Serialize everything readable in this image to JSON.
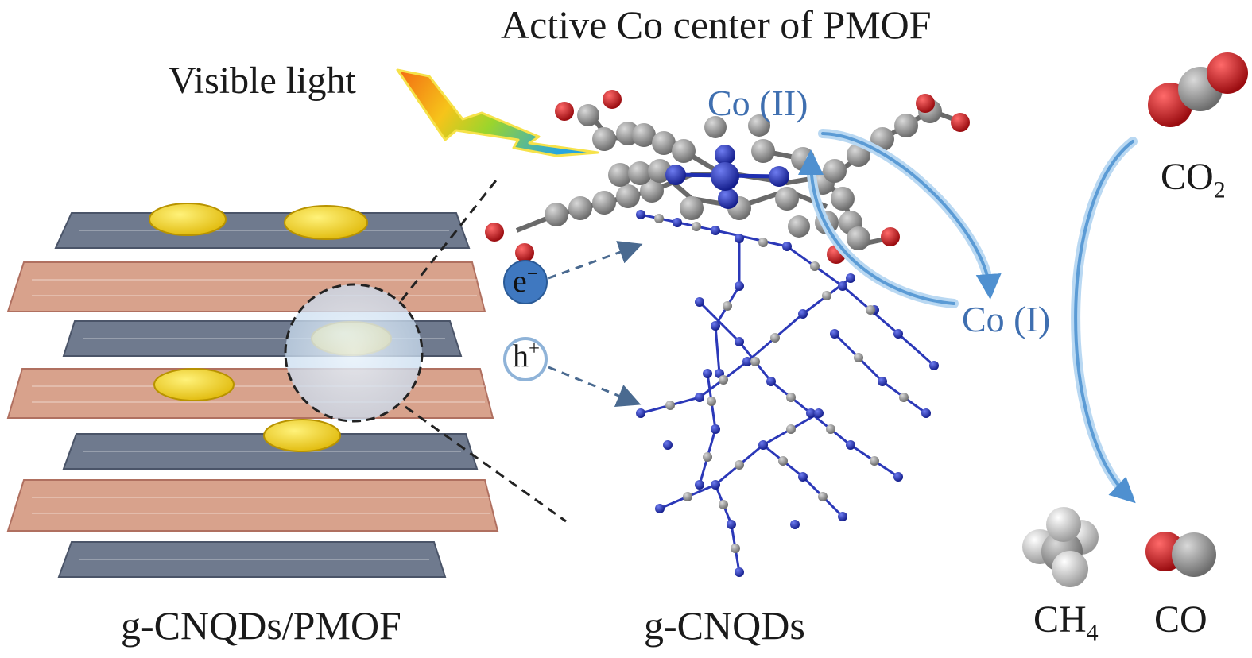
{
  "labels": {
    "title": "Active Co center of PMOF",
    "visible_light": "Visible light",
    "co2": "Co (II)",
    "co1": "Co (I)",
    "electron": "e",
    "electron_sup": "−",
    "hole": "h",
    "hole_sup": "+",
    "composite": "g-CNQDs/PMOF",
    "cnqds": "g-CNQDs",
    "co2_mol": "CO",
    "co2_mol_sub": "2",
    "ch4_mol": "CH",
    "ch4_mol_sub": "4",
    "co_mol": "CO"
  },
  "colors": {
    "layer_blue": "#6f7a8e",
    "layer_pink": "#d8a28c",
    "dot_yellow": "#f1d51c",
    "carbon": "#8a8a8a",
    "nitrogen": "#1f2fb0",
    "oxygen": "#d21820",
    "arrow_blue": "#5b9bd5",
    "text_blue": "#3f6fb0"
  },
  "icons": [
    "lightning-bolt-icon",
    "electron-icon",
    "hole-icon"
  ]
}
